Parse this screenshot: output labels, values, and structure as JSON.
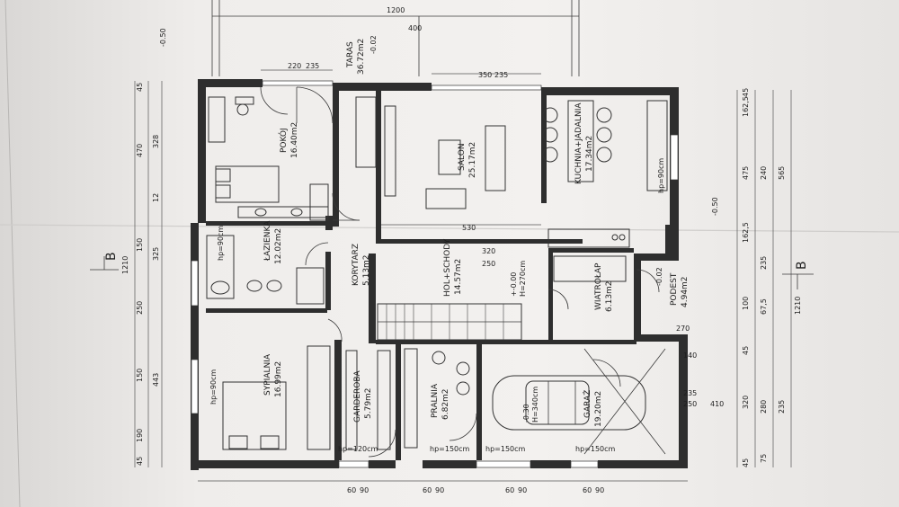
{
  "rooms": {
    "pokoj": {
      "name": "POKÓJ",
      "area": "16.40m2"
    },
    "lazienka": {
      "name": "ŁAZIENKA",
      "area": "12.02m2"
    },
    "sypialnia": {
      "name": "SYPIALNIA",
      "area": "16.99m2"
    },
    "korytarz": {
      "name": "KORYTARZ",
      "area": "5.13m2"
    },
    "salon": {
      "name": "SALON",
      "area": "25.17m2"
    },
    "kuchnia": {
      "name": "KUCHNIA+JADALNIA",
      "area": "17.34m2"
    },
    "hol": {
      "name": "HOL+SCHODY",
      "area": "14.57m2"
    },
    "wiatrolap": {
      "name": "WIATROŁAP",
      "area": "6.13m2"
    },
    "podest": {
      "name": "PODEST",
      "area": "4.94m2"
    },
    "garderoba": {
      "name": "GARDEROBA",
      "area": "5.79m2"
    },
    "pralnia": {
      "name": "PRALNIA",
      "area": "6.82m2"
    },
    "garaz": {
      "name": "GARAŻ",
      "area": "19.20m2"
    },
    "taras": {
      "name": "TARAS",
      "area": "36.72m2"
    }
  },
  "levels": {
    "terrace_outer": "-0.50",
    "terrace": "-0.02",
    "east": "-0.50",
    "zero": "+-0.00",
    "zero_height": "H=270cm",
    "podest": "-0.02",
    "garage": "-0.30",
    "garage_height": "H=340cm"
  },
  "notes": {
    "hp_bath": "hp=90cm",
    "hp_bed": "hp=90cm",
    "hp_kitchen": "hp=90cm",
    "hp_garderoba": "hp=120cm",
    "hp_pralnia": "hp=150cm",
    "hp_garage1": "hp=150cm",
    "hp_garage2": "hp=150cm"
  },
  "sections": {
    "left": "B",
    "right": "B"
  },
  "dims": {
    "left": [
      "45",
      "470",
      "150",
      "250",
      "150",
      "190",
      "45"
    ],
    "left2": [
      "328",
      "12",
      "325",
      "443"
    ],
    "total_left": "1210",
    "right": [
      "45",
      "162,5",
      "475",
      "162,5",
      "100",
      "45",
      "320",
      "45"
    ],
    "right2": [
      "240",
      "235",
      "67,5",
      "280",
      "75"
    ],
    "right3": [
      "565",
      "235"
    ],
    "total_right": "1210",
    "top": [
      "220",
      "235",
      "350",
      "235",
      "1200",
      "400"
    ],
    "mid": [
      "530",
      "320",
      "250"
    ],
    "bottom": [
      "60",
      "90",
      "60",
      "90",
      "60",
      "90",
      "60",
      "90"
    ],
    "garage": [
      "250",
      "410",
      "235",
      "140",
      "270"
    ]
  }
}
